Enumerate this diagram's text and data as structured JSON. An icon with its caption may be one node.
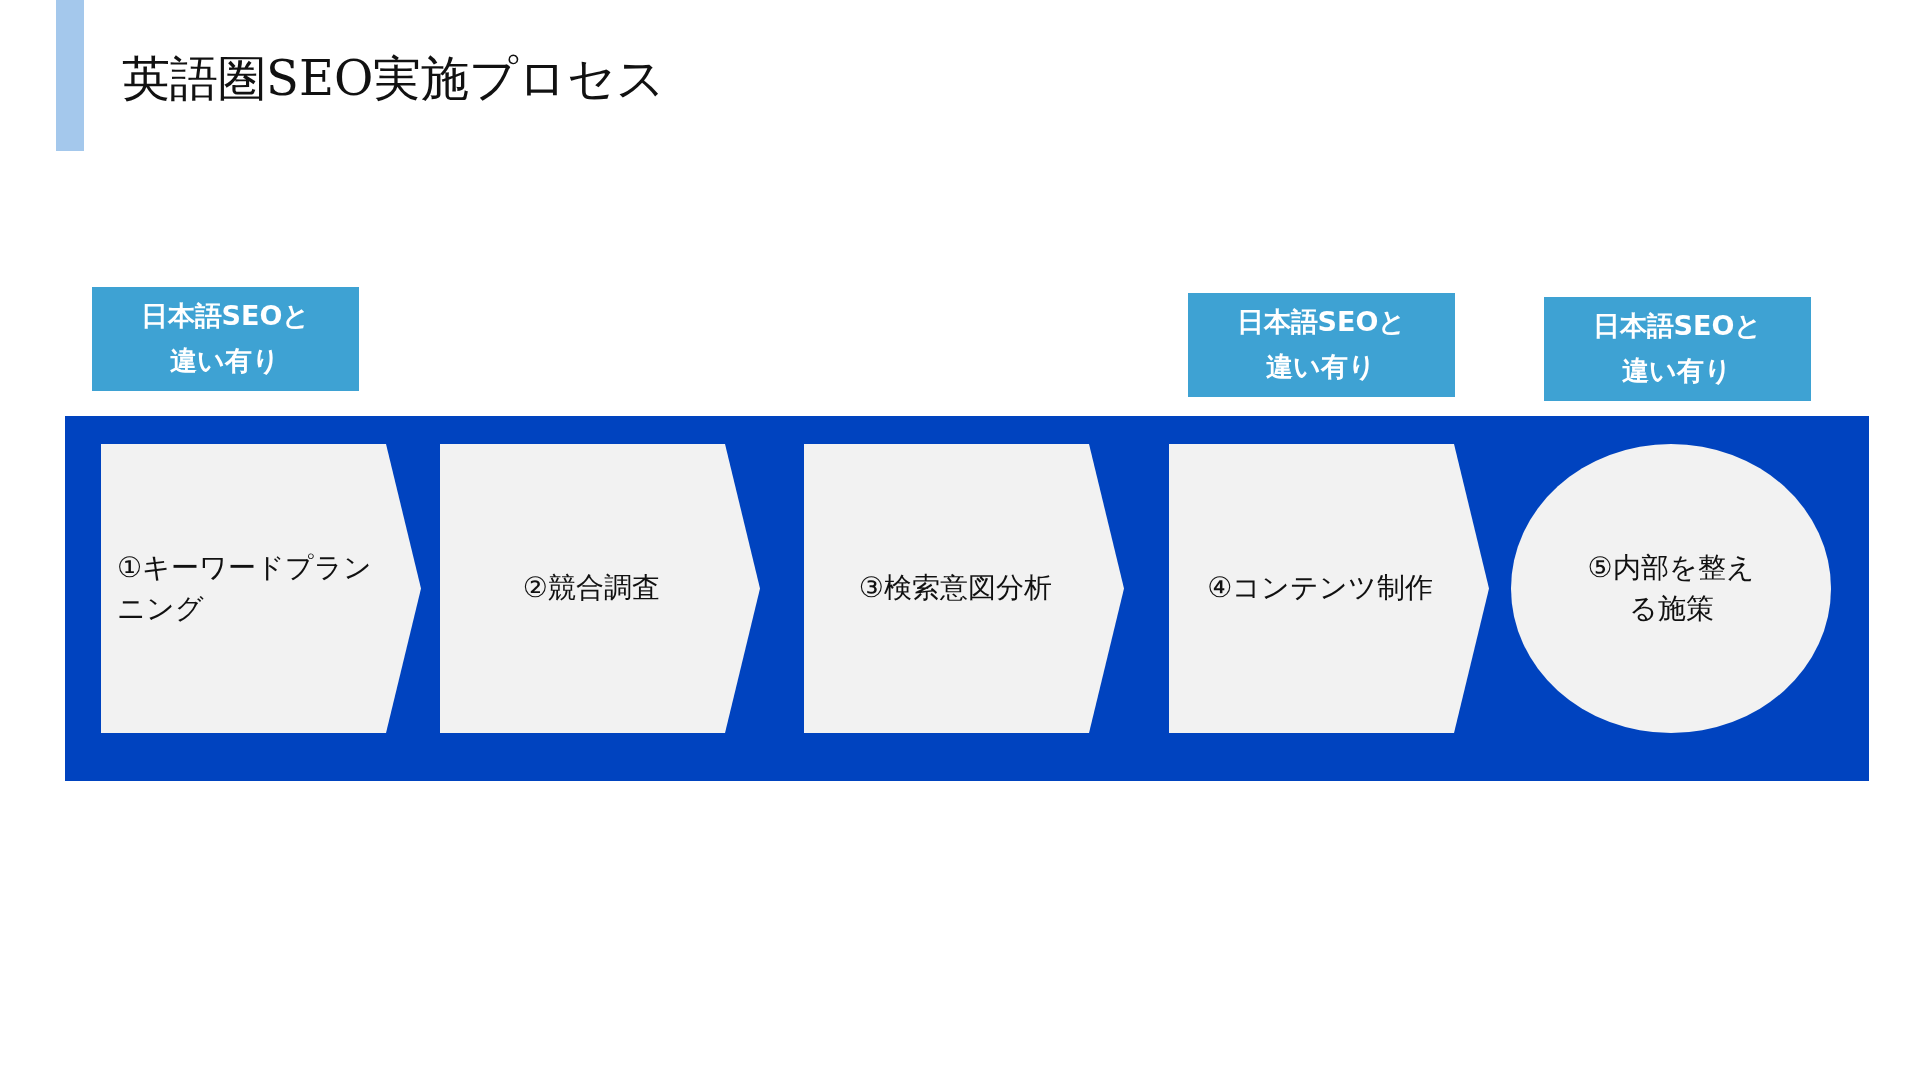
{
  "diagram": {
    "title": "英語圏SEO実施プロセス",
    "nodes": [
      {
        "text": [
          "日本語SEOと違い有り"
        ]
      },
      {
        "text": [
          "日本語SEOと違い有り"
        ]
      },
      {
        "text": [
          "日本語SEOと違い有り"
        ]
      },
      {
        "text": [],
        "shape": "box"
      },
      {
        "text": [
          "①キーワードプランニング"
        ],
        "in": 3
      },
      {
        "text": [
          "②競合調査"
        ],
        "in": 3
      },
      {
        "text": [
          "③検索意図分析"
        ],
        "in": 3
      },
      {
        "text": [
          "④コンテンツ制作"
        ],
        "in": 3
      },
      {
        "text": [
          "⑤内部を整える施策"
        ],
        "in": 3
      }
    ]
  }
}
